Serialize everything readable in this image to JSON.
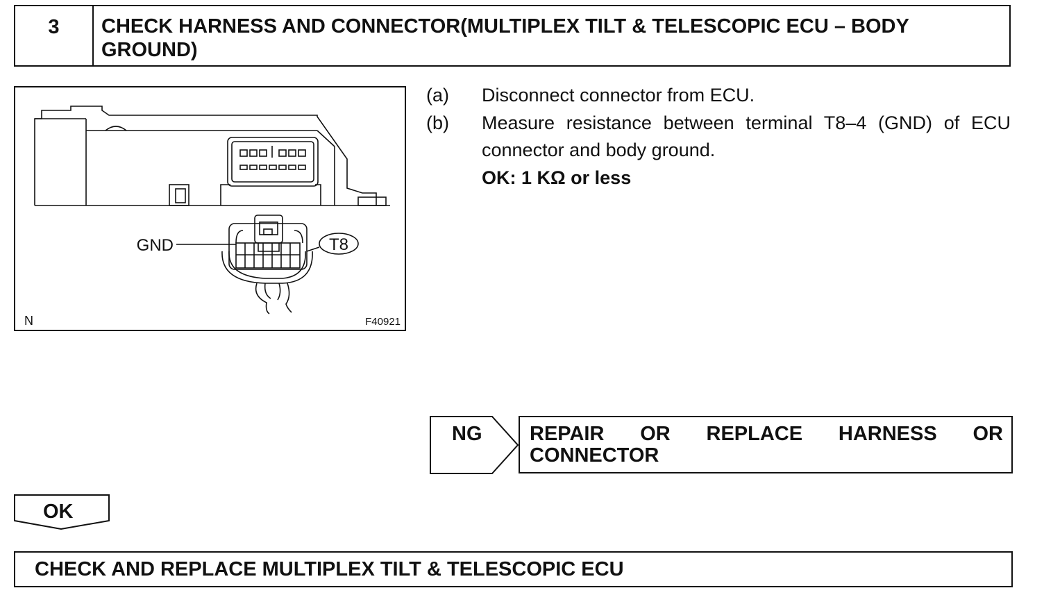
{
  "step": {
    "number": "3",
    "title": "CHECK HARNESS AND CONNECTOR(MULTIPLEX TILT & TELESCOPIC ECU – BODY GROUND)"
  },
  "illustration": {
    "gnd_label": "GND",
    "connector_label": "T8",
    "corner_label": "N",
    "figure_id": "F40921"
  },
  "instructions": [
    {
      "letter": "(a)",
      "text": "Disconnect connector from ECU."
    },
    {
      "letter": "(b)",
      "text": "Measure resistance between terminal T8–4 (GND) of ECU connector and body ground."
    }
  ],
  "ok_criteria": "OK: 1 KΩ or less",
  "ng": {
    "label": "NG",
    "result": "REPAIR OR REPLACE HARNESS OR CONNECTOR"
  },
  "ok": {
    "label": "OK",
    "result": "CHECK AND REPLACE MULTIPLEX TILT & TELESCOPIC ECU"
  }
}
